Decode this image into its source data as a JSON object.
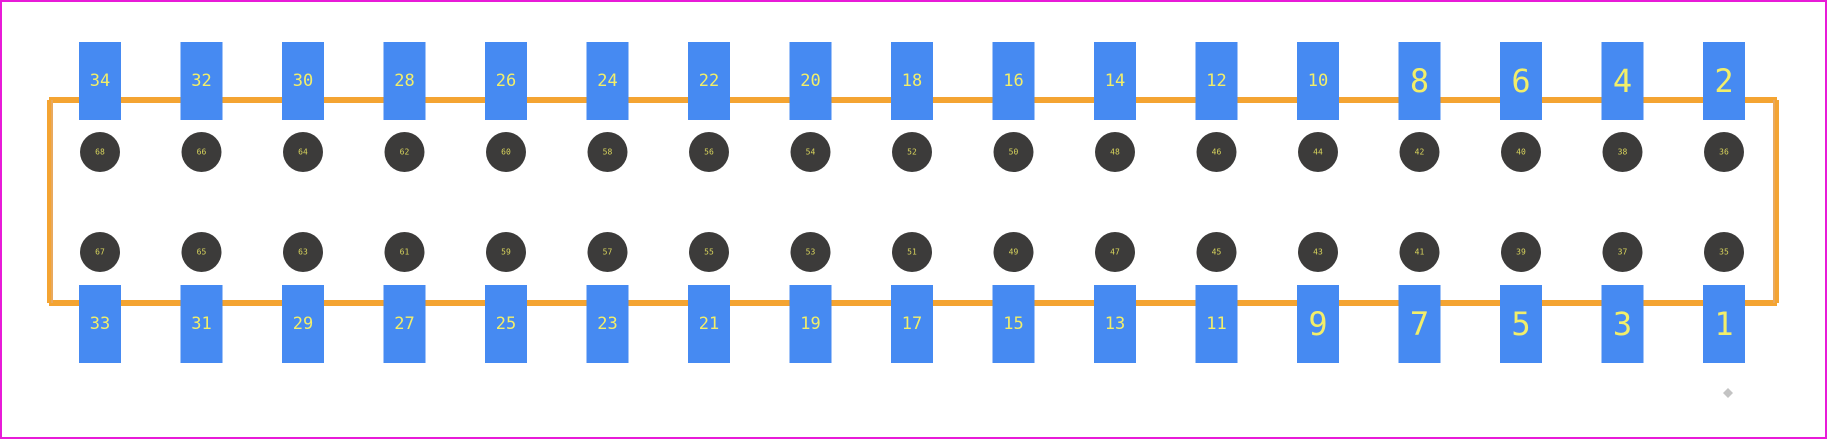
{
  "colors": {
    "background": "#ffffff",
    "border": "#e81bd8",
    "outline": "#f4a432",
    "outline_side": "#e9a95e",
    "pad": "#468af2",
    "hole": "#3c3b3a",
    "pad_text": "#f2ee6a",
    "hole_text": "#d8d45c",
    "origin_marker": "#c3c3c3"
  },
  "top_pads": [
    "34",
    "32",
    "30",
    "28",
    "26",
    "24",
    "22",
    "20",
    "18",
    "16",
    "14",
    "12",
    "10",
    "8",
    "6",
    "4",
    "2"
  ],
  "bottom_pads": [
    "33",
    "31",
    "29",
    "27",
    "25",
    "23",
    "21",
    "19",
    "17",
    "15",
    "13",
    "11",
    "9",
    "7",
    "5",
    "3",
    "1"
  ],
  "upper_holes": [
    "68",
    "66",
    "64",
    "62",
    "60",
    "58",
    "56",
    "54",
    "52",
    "50",
    "48",
    "46",
    "44",
    "42",
    "40",
    "38",
    "36"
  ],
  "lower_holes": [
    "67",
    "65",
    "63",
    "61",
    "59",
    "57",
    "55",
    "53",
    "51",
    "49",
    "47",
    "45",
    "43",
    "41",
    "39",
    "37",
    "35"
  ]
}
